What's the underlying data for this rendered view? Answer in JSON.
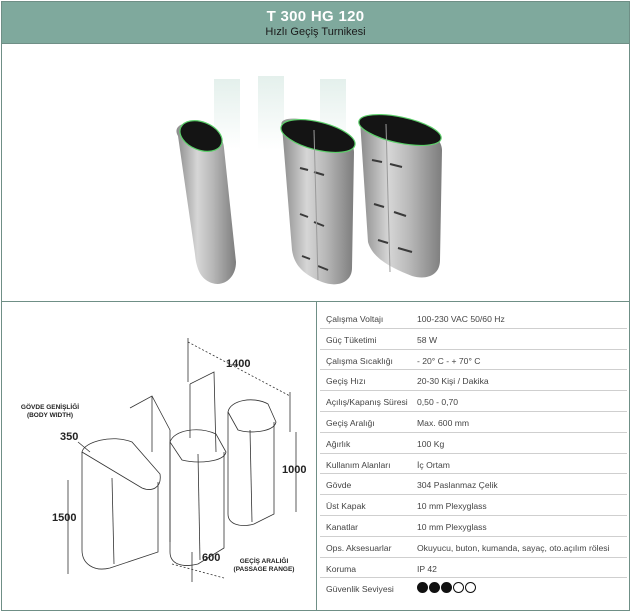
{
  "header": {
    "title": "T 300 HG 120",
    "subtitle": "Hızlı Geçiş Turnikesi"
  },
  "drawing": {
    "dim_width_total": "1400",
    "dim_body_depth": "350",
    "dim_height_top": "1000",
    "dim_height_total": "1500",
    "dim_passage": "600",
    "body_width_label_tr": "GÖVDE GENİŞLİĞİ",
    "body_width_label_en": "(BODY WIDTH)",
    "passage_label_tr": "GEÇİŞ ARALIĞI",
    "passage_label_en": "(PASSAGE RANGE)"
  },
  "specs": [
    {
      "key": "Çalışma Voltajı",
      "value": "100-230 VAC 50/60 Hz"
    },
    {
      "key": "Güç Tüketimi",
      "value": "58 W"
    },
    {
      "key": "Çalışma Sıcaklığı",
      "value": "- 20° C - + 70° C"
    },
    {
      "key": "Geçiş Hızı",
      "value": "20-30 Kişi / Dakika"
    },
    {
      "key": "Açılış/Kapanış Süresi",
      "value": "0,50 - 0,70"
    },
    {
      "key": "Geçiş Aralığı",
      "value": "Max. 600 mm"
    },
    {
      "key": "Ağırlık",
      "value": "100 Kg"
    },
    {
      "key": "Kullanım Alanları",
      "value": "İç Ortam"
    },
    {
      "key": "Gövde",
      "value": "304 Paslanmaz Çelik"
    },
    {
      "key": "Üst Kapak",
      "value": "10 mm Plexyglass"
    },
    {
      "key": "Kanatlar",
      "value": "10 mm Plexyglass"
    },
    {
      "key": "Ops. Aksesuarlar",
      "value": "Okuyucu, buton, kumanda, sayaç, oto.açılım rölesi"
    },
    {
      "key": "Koruma",
      "value": "IP 42"
    },
    {
      "key": "Güvenlik Seviyesi",
      "rating": 3,
      "rating_max": 5
    }
  ]
}
